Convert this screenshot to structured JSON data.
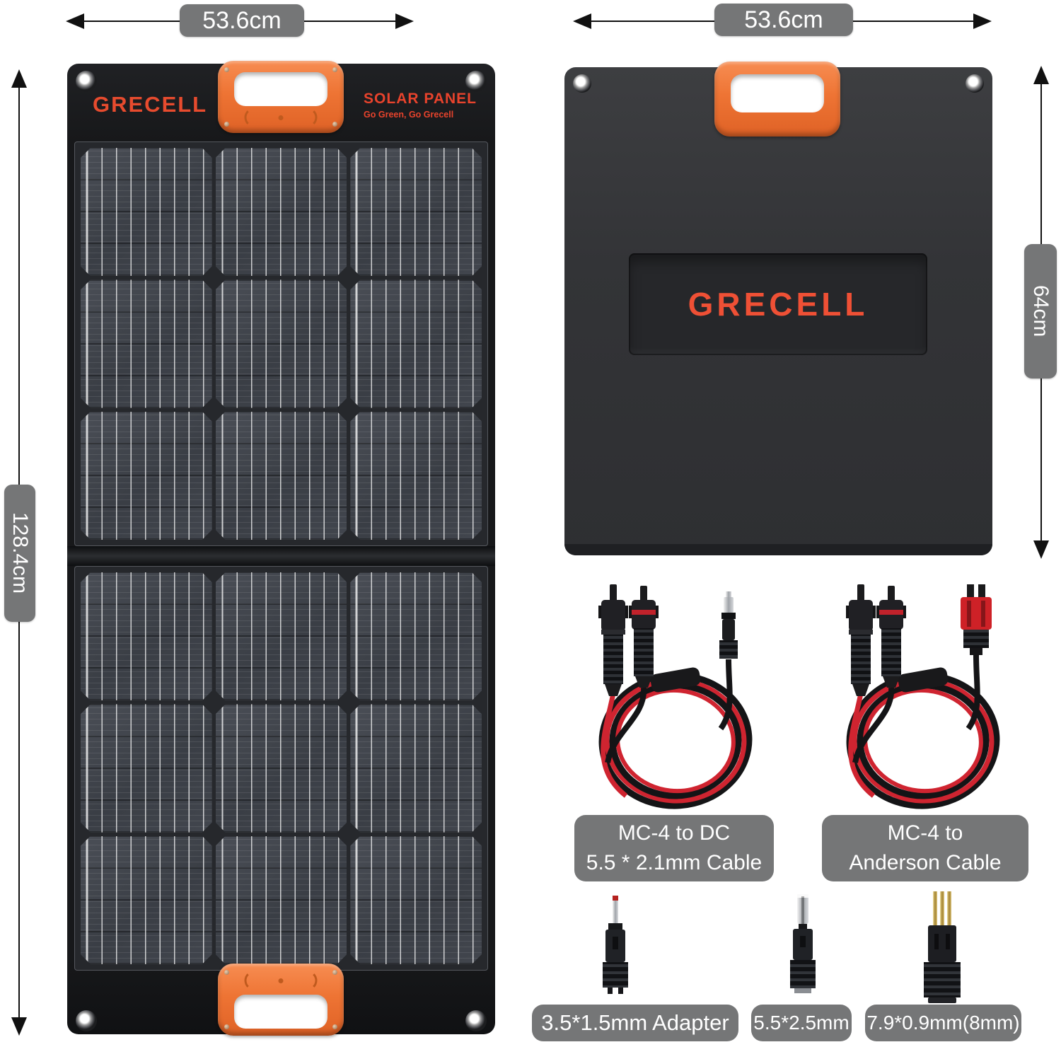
{
  "page": {
    "background": "#ffffff"
  },
  "dimension_labels": {
    "front_width": "53.6cm",
    "back_width": "53.6cm",
    "front_height": "128.4cm",
    "back_height": "64cm"
  },
  "front_panel": {
    "brand": "GRECELL",
    "product_title": "SOLAR PANEL",
    "tagline": "Go Green, Go Grecell"
  },
  "back_panel": {
    "brand": "GRECELL"
  },
  "cables": [
    {
      "label_line1": "MC-4 to DC",
      "label_line2": "5.5 * 2.1mm Cable"
    },
    {
      "label_line1": "MC-4 to",
      "label_line2": "Anderson Cable"
    }
  ],
  "adapters": [
    {
      "label": "3.5*1.5mm Adapter"
    },
    {
      "label": "5.5*2.5mm"
    },
    {
      "label": "7.9*0.9mm(8mm)"
    }
  ],
  "colors": {
    "accent_orange": "#EE7434",
    "brand_red": "#E8432C",
    "badge_gray": "#757677",
    "panel_black": "#17181A",
    "back_gray": "#333437",
    "cable_red": "#CF2430",
    "cable_black": "#141416"
  }
}
